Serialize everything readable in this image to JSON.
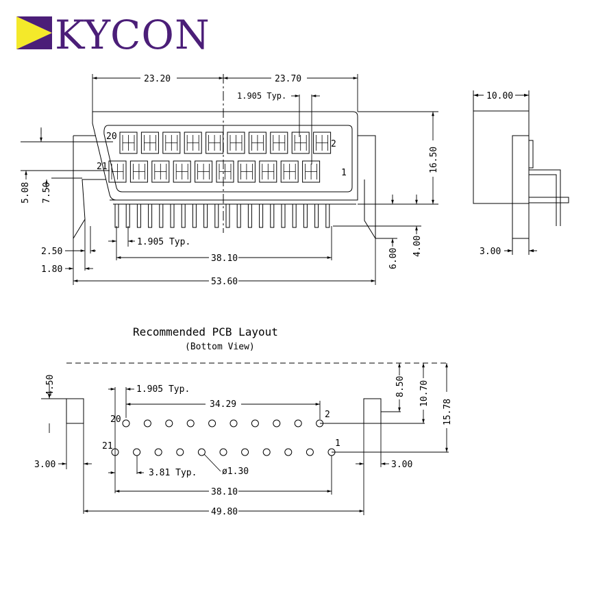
{
  "brand": {
    "name": "KYCON",
    "colors": {
      "purple": "#4b1e78",
      "yellow": "#f4e92a",
      "line": "#000000"
    }
  },
  "front_view": {
    "dims": {
      "left_half": "23.20",
      "right_half": "23.70",
      "pitch_typ": "1.905 Typ.",
      "height": "16.50",
      "row_offset": "5.08",
      "lower_offset": "7.50",
      "tail_width": "2.50",
      "tail_gap": "1.80",
      "pin_pitch_typ": "1.905 Typ.",
      "pin_span": "38.10",
      "overall": "53.60",
      "leg_long": "6.00",
      "leg_short": "4.00"
    },
    "pin_labels": {
      "top_left": "20",
      "top_right": "2",
      "bottom_left": "21",
      "bottom_right": "1"
    }
  },
  "side_view": {
    "dims": {
      "depth": "10.00",
      "plate": "3.00"
    }
  },
  "pcb_layout": {
    "title": "Recommended PCB Layout",
    "subtitle": "(Bottom View)",
    "dims": {
      "edge_offset": "4.50",
      "pitch_typ": "1.905 Typ.",
      "top_row_span": "34.29",
      "row_gap": "8.50",
      "mount_offset": "10.70",
      "total_depth": "15.78",
      "mount_left": "3.00",
      "mount_right": "3.00",
      "row_pitch_typ": "3.81 Typ.",
      "hole_dia": "ø1.30",
      "bottom_row_span": "38.10",
      "overall": "49.80"
    },
    "pin_labels": {
      "top_left": "20",
      "top_right": "2",
      "bottom_left": "21",
      "bottom_right": "1"
    }
  }
}
